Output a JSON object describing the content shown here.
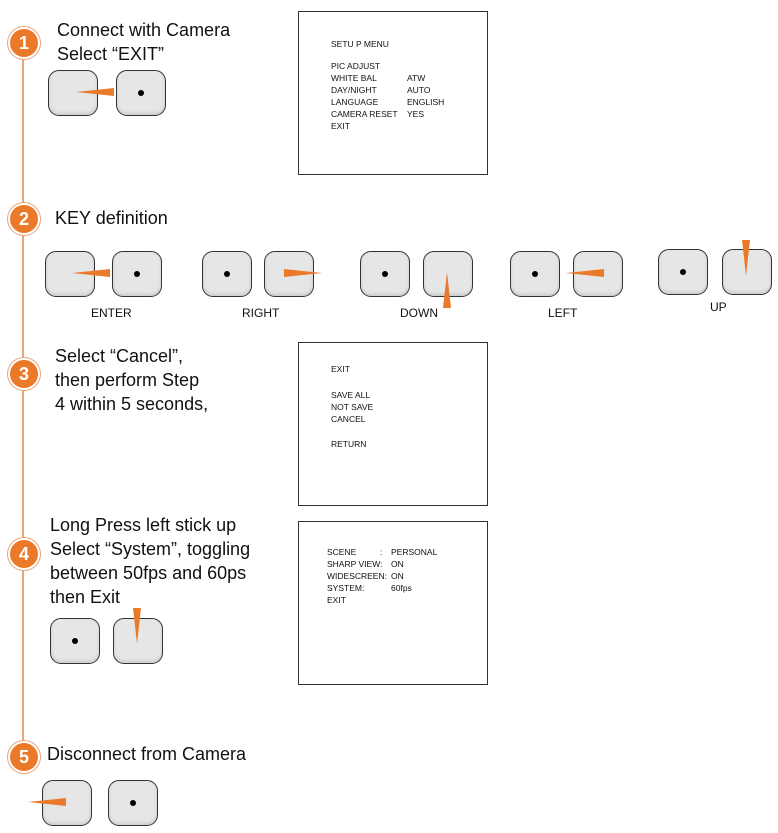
{
  "steps": [
    {
      "number": "1",
      "text": "Connect with Camera\nSelect “EXIT”"
    },
    {
      "number": "2",
      "text": "KEY definition"
    },
    {
      "number": "3",
      "text": "Select “Cancel”,\nthen perform Step\n4 within 5 seconds,"
    },
    {
      "number": "4",
      "text": "Long Press left stick up\nSelect “System”, toggling\nbetween 50fps and 60ps\n then Exit"
    },
    {
      "number": "5",
      "text": "Disconnect from Camera"
    }
  ],
  "key_labels": {
    "enter": "ENTER",
    "right": "RIGHT",
    "down": "DOWN",
    "left": "LEFT",
    "up": "UP"
  },
  "menu_setup": {
    "title": "SETU P MENU",
    "rows": [
      {
        "label": "PIC ADJUST",
        "value": ""
      },
      {
        "label": "WHITE BAL",
        "value": "ATW"
      },
      {
        "label": "DAY/NIGHT",
        "value": "AUTO"
      },
      {
        "label": "LANGUAGE",
        "value": "ENGLISH"
      },
      {
        "label": "CAMERA RESET",
        "value": "YES"
      },
      {
        "label": "EXIT",
        "value": ""
      }
    ]
  },
  "menu_exit": {
    "title": "EXIT",
    "rows": [
      "SAVE ALL",
      "NOT SAVE",
      "CANCEL"
    ],
    "return": "RETURN"
  },
  "menu_system": {
    "rows": [
      {
        "label": "SCENE",
        "sep": ":",
        "value": "PERSONAL"
      },
      {
        "label": "SHARP VIEW:",
        "sep": "",
        "value": "ON"
      },
      {
        "label": "WIDESCREEN:",
        "sep": "",
        "value": "ON"
      },
      {
        "label": "SYSTEM:",
        "sep": "",
        "value": "60fps"
      },
      {
        "label": "EXIT",
        "sep": "",
        "value": ""
      }
    ]
  },
  "colors": {
    "accent": "#ea7a2a",
    "key_fill": "#e6e6e6",
    "timeline": "#e8a77a"
  }
}
